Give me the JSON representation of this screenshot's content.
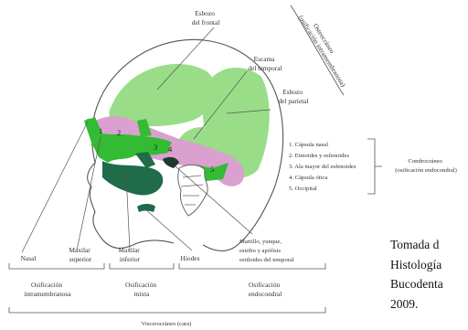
{
  "labels": {
    "esbozo_frontal": [
      "Esbozo",
      "del frontal"
    ],
    "escama_temporal": [
      "Escama",
      "del temporal"
    ],
    "esbozo_parietal": [
      "Esbozo",
      "del parietal"
    ],
    "osteocraneo": [
      "Osteocráneo",
      "(osificación intramembranosa)"
    ],
    "condrocraneo_list": [
      "1. Cápsula nasal",
      "2. Etmoides y esfenoides",
      "3. Ala mayor del esfenoides",
      "4. Cápsula ótica",
      "5. Occipital"
    ],
    "condrocraneo": [
      "Condrocráneo",
      "(osificación endocondral)"
    ],
    "nasal": "Nasal",
    "maxilar_superior": [
      "Maxilar",
      "superior"
    ],
    "maxilar_inferior": [
      "Maxilar",
      "inferior"
    ],
    "hioides": "Hiodes",
    "martillo": [
      "Martillo, yunque,",
      "estribo y apófisis",
      "estiloides del temporal"
    ],
    "osif_intramembranosa": [
      "Osificación",
      "intramembranosa"
    ],
    "osif_mixta": [
      "Osificación",
      "mixta"
    ],
    "osif_endocondral": [
      "Osificación",
      "endocondral"
    ],
    "viscerocraneo": "Viscerocráneo (cara)"
  },
  "region_numbers": [
    "1",
    "2",
    "3",
    "4",
    "5"
  ],
  "credit": [
    "Tomada d",
    "Histología",
    "Bucodenta",
    "2009."
  ],
  "colors": {
    "membranous": "#99dd88",
    "cartilage": "#d9a0d0",
    "green": "#33bb33",
    "dark_green": "#1f6b4a"
  }
}
